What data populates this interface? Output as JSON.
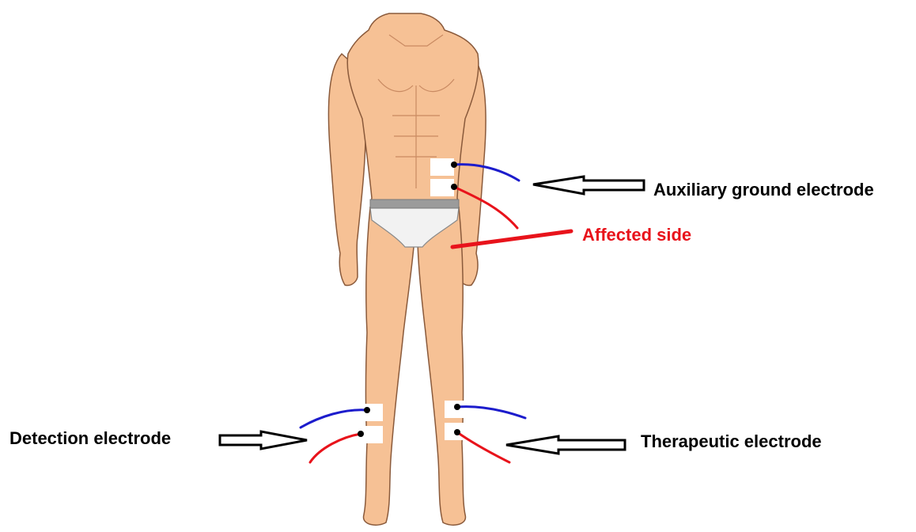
{
  "labels": {
    "auxiliary_ground": "Auxiliary ground electrode",
    "affected_side": "Affected side",
    "detection": "Detection electrode",
    "therapeutic": "Therapeutic electrode"
  },
  "colors": {
    "skin": "#f6c195",
    "skin_outline": "#8a5a3b",
    "underwear": "#f2f2f2",
    "waistband": "#9b9b9b",
    "pad": "#ffffff",
    "wire_blue": "#1c1ccc",
    "wire_red": "#e8131b",
    "affected_label": "#e8131b",
    "text": "#000000"
  },
  "icons": {
    "arrow": "hollow-left-pointing-arrow-icon",
    "electrode": "electrode-pad-icon"
  }
}
